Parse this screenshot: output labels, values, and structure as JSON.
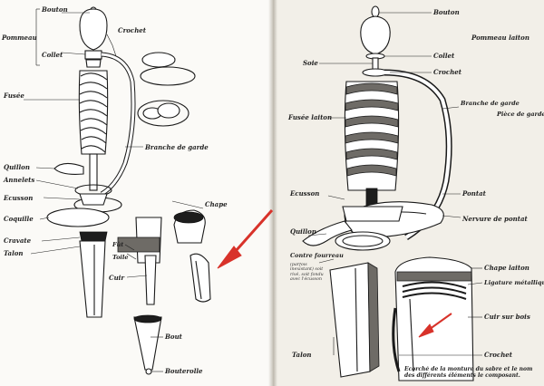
{
  "left_labels": {
    "bouton": "Bouton",
    "pommeau": "Pommeau",
    "crochet": "Crochet",
    "collet": "Collet",
    "fusee": "Fusée",
    "branche_de_garde": "Branche de garde",
    "quillon": "Quillon",
    "annelets": "Annelets",
    "ecusson": "Ecusson",
    "coquille": "Coquille",
    "cravate": "Cravate",
    "talon": "Talon",
    "chape": "Chape",
    "fut": "Fût",
    "toile": "Toile",
    "cuir": "Cuir",
    "bout": "Bout",
    "bouterolle": "Bouterolle"
  },
  "right_labels": {
    "bouton": "Bouton",
    "pommeau_laiton": "Pommeau laiton",
    "collet": "Collet",
    "soie": "Soie",
    "crochet": "Crochet",
    "fusee_laiton": "Fusée laiton",
    "branche_de_garde": "Branche de garde",
    "piece_de_garde_laiton": "Pièce de garde laiton",
    "ecusson": "Ecusson",
    "pontat": "Pontat",
    "nervure_de_pontat": "Nervure de pontat",
    "quillon": "Quillon",
    "contre_fourreau": "Contre fourreau",
    "contre_fourreau_note": "(parfois inexistant) soit rivé, soit fondu avec l'écusson",
    "chape_laiton": "Chape laiton",
    "ligature_metallique": "Ligature métallique",
    "cuir_sur_bois": "Cuir sur bois",
    "talon": "Talon",
    "crochet_bottom": "Crochet",
    "caption": "Ecorché de la monture du sabre et le nom des différents éléments le composant."
  },
  "colors": {
    "annotation_arrow": "#d8322a",
    "ink": "#1a1a1a",
    "paper_left": "#fbfaf7",
    "paper_right": "#f2efe8"
  }
}
